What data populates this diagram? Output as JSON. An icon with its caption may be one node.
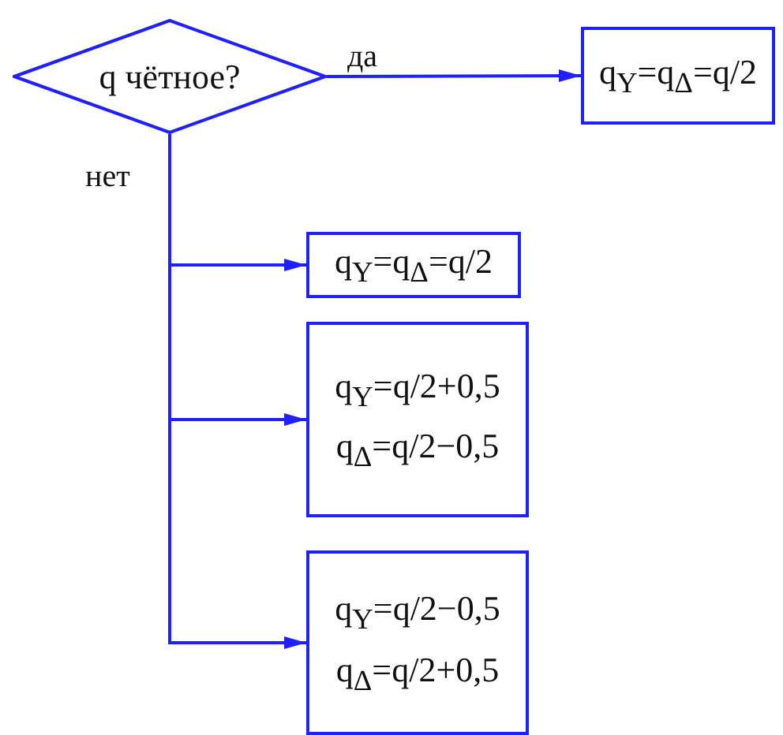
{
  "diagram": {
    "nodes": [
      {
        "text": [
          "q чётное?"
        ]
      },
      {
        "text": [
          "q$_{Y}$=q$_{Δ}$=q/2"
        ]
      },
      {
        "text": [
          "q$_{Y}$=q$_{Δ}$=q/2"
        ]
      },
      {
        "text": [
          "q$_{Y}$=q/2+0,5",
          "q$_{Δ}$=q/2−0,5"
        ]
      },
      {
        "text": [
          "q$_{Y}$=q/2−0,5",
          "q$_{Δ}$=q/2+0,5"
        ]
      }
    ],
    "edges": [
      {
        "from": 0,
        "to": 1,
        "arrow": "to",
        "label": "да"
      },
      {
        "from": 0,
        "to": 2,
        "arrow": "to",
        "label": "нет"
      },
      {
        "from": 0,
        "to": 3,
        "arrow": "to"
      },
      {
        "from": 0,
        "to": 4,
        "arrow": "to"
      }
    ]
  }
}
